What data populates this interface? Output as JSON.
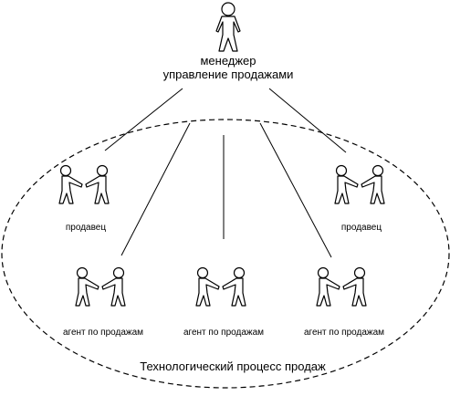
{
  "manager": {
    "line1": "менеджер",
    "line2": "управление продажами"
  },
  "sellers": [
    {
      "label": "продавец"
    },
    {
      "label": "продавец"
    }
  ],
  "agents": [
    {
      "label": "агент по продажам"
    },
    {
      "label": "агент по продажам"
    },
    {
      "label": "агент по продажам"
    }
  ],
  "boundary": {
    "label": "Технологический процесс продаж"
  }
}
